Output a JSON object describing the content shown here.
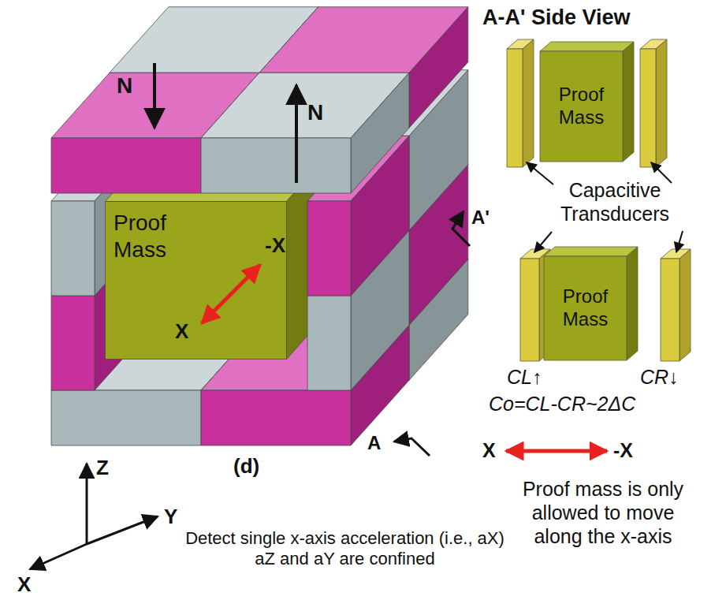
{
  "diagram": {
    "title": "A-A' Side View",
    "nodes": [
      {
        "text": [
          "Proof Mass"
        ]
      },
      {
        "text": [
          "Proof Mass"
        ]
      },
      {
        "text": [
          "Proof Mass"
        ]
      }
    ],
    "labels": [
      "N",
      "N",
      "-X",
      "X",
      "A'",
      "A",
      "(d)",
      "Z",
      "Y",
      "X",
      "Detect single x-axis acceleration (i.e., aX) aZ and aY are confined",
      "Capacitive Transducers",
      "CL↑",
      "CR↓",
      "Co=CL-CR~2ΔC",
      "X",
      "-X",
      "Proof mass is only allowed to move along the x-axis"
    ]
  }
}
